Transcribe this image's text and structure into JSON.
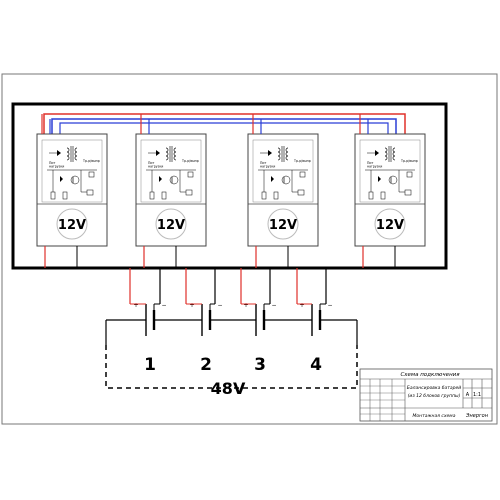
{
  "modules": [
    {
      "label": "12V"
    },
    {
      "label": "12V"
    },
    {
      "label": "12V"
    },
    {
      "label": "12V"
    }
  ],
  "module_text": {
    "pin_label": "Пит\nнагрузки",
    "out_label": "Тр-р/выпр"
  },
  "batteries": [
    {
      "number": "1",
      "plus": "+",
      "minus": "−"
    },
    {
      "number": "2",
      "plus": "+",
      "minus": "−"
    },
    {
      "number": "3",
      "plus": "+",
      "minus": "−"
    },
    {
      "number": "4",
      "plus": "+",
      "minus": "−"
    }
  ],
  "total_voltage": "48V",
  "title_block": {
    "title": "Схема подключения",
    "line1": "Балансировка батарей",
    "line2": "(из 12 блоков группы)",
    "sheet_label": "А",
    "scale_label": "1:1",
    "bottom_left": "Монтажная схема",
    "bottom_right": "Энергон"
  },
  "colors": {
    "positive": "#e0302a",
    "negative": "#2b3fd6",
    "line": "#000000"
  }
}
